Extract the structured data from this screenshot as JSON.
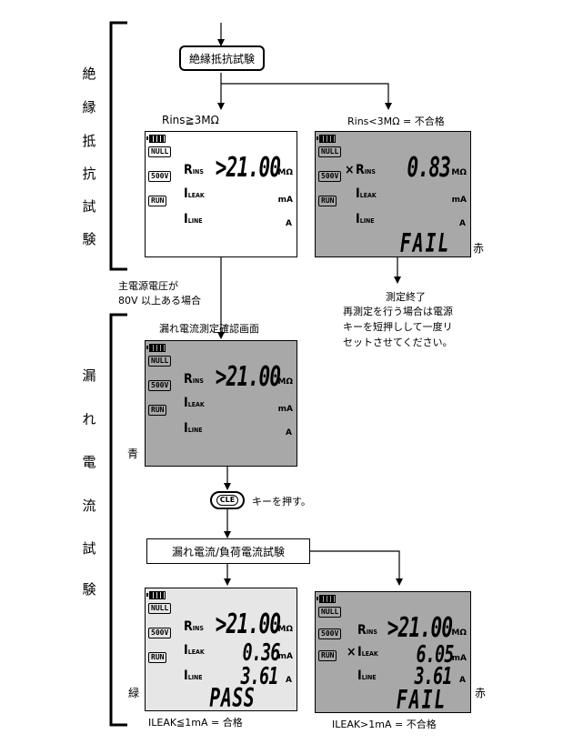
{
  "side_labels": {
    "insulation": [
      "絶",
      "縁",
      "抵",
      "抗",
      "試",
      "験"
    ],
    "leakage": [
      "漏",
      "れ",
      "電",
      "流",
      "試",
      "験"
    ]
  },
  "boxes": {
    "insulation_test": "絶縁抵抗試験",
    "leakage_test": "漏れ電流/負荷電流試験"
  },
  "labels": {
    "rins_ok": "Rins≧3MΩ",
    "rins_ng": "Rins<3MΩ = 不合格",
    "main_voltage": [
      "主電源電圧が",
      "80V 以上ある場合"
    ],
    "confirm_screen": "漏れ電流測定確認画面",
    "end_note": [
      "測定終了",
      "再測定を行う場合は電源",
      "キーを短押しして一度リ",
      "セットさせてください。"
    ],
    "press_key": "キーを押す。",
    "ileak_ok": "ILEAK≦1mA = 合格",
    "ileak_ng": "ILEAK>1mA = 不合格",
    "color_red": "赤",
    "color_blue": "青",
    "color_green": "緑",
    "cle": "CLE"
  },
  "lcd_common": {
    "null": "NULL",
    "volt": "500V",
    "run": "RUN",
    "rins_main": "R",
    "rins_sub": "INS",
    "ileak_main": "I",
    "ileak_sub": "LEAK",
    "iline_main": "I",
    "iline_sub": "LINE",
    "unit_mohm": "MΩ",
    "unit_ma": "mA",
    "unit_a": "A"
  },
  "lcd1": {
    "rins": ">21.00"
  },
  "lcd2": {
    "cross": "×",
    "rins": "0.83",
    "status": "FAIL"
  },
  "lcd3": {
    "rins": ">21.00"
  },
  "lcd4": {
    "rins": ">21.00",
    "ileak": "0.36",
    "iline": "3.61",
    "status": "PASS"
  },
  "lcd5": {
    "cross": "×",
    "rins": ">21.00",
    "ileak": "6.05",
    "iline": "3.61",
    "status": "FAIL"
  },
  "colors": {
    "lcd_gray": "#a8a8a8",
    "lcd_light": "#e6e6e6"
  }
}
